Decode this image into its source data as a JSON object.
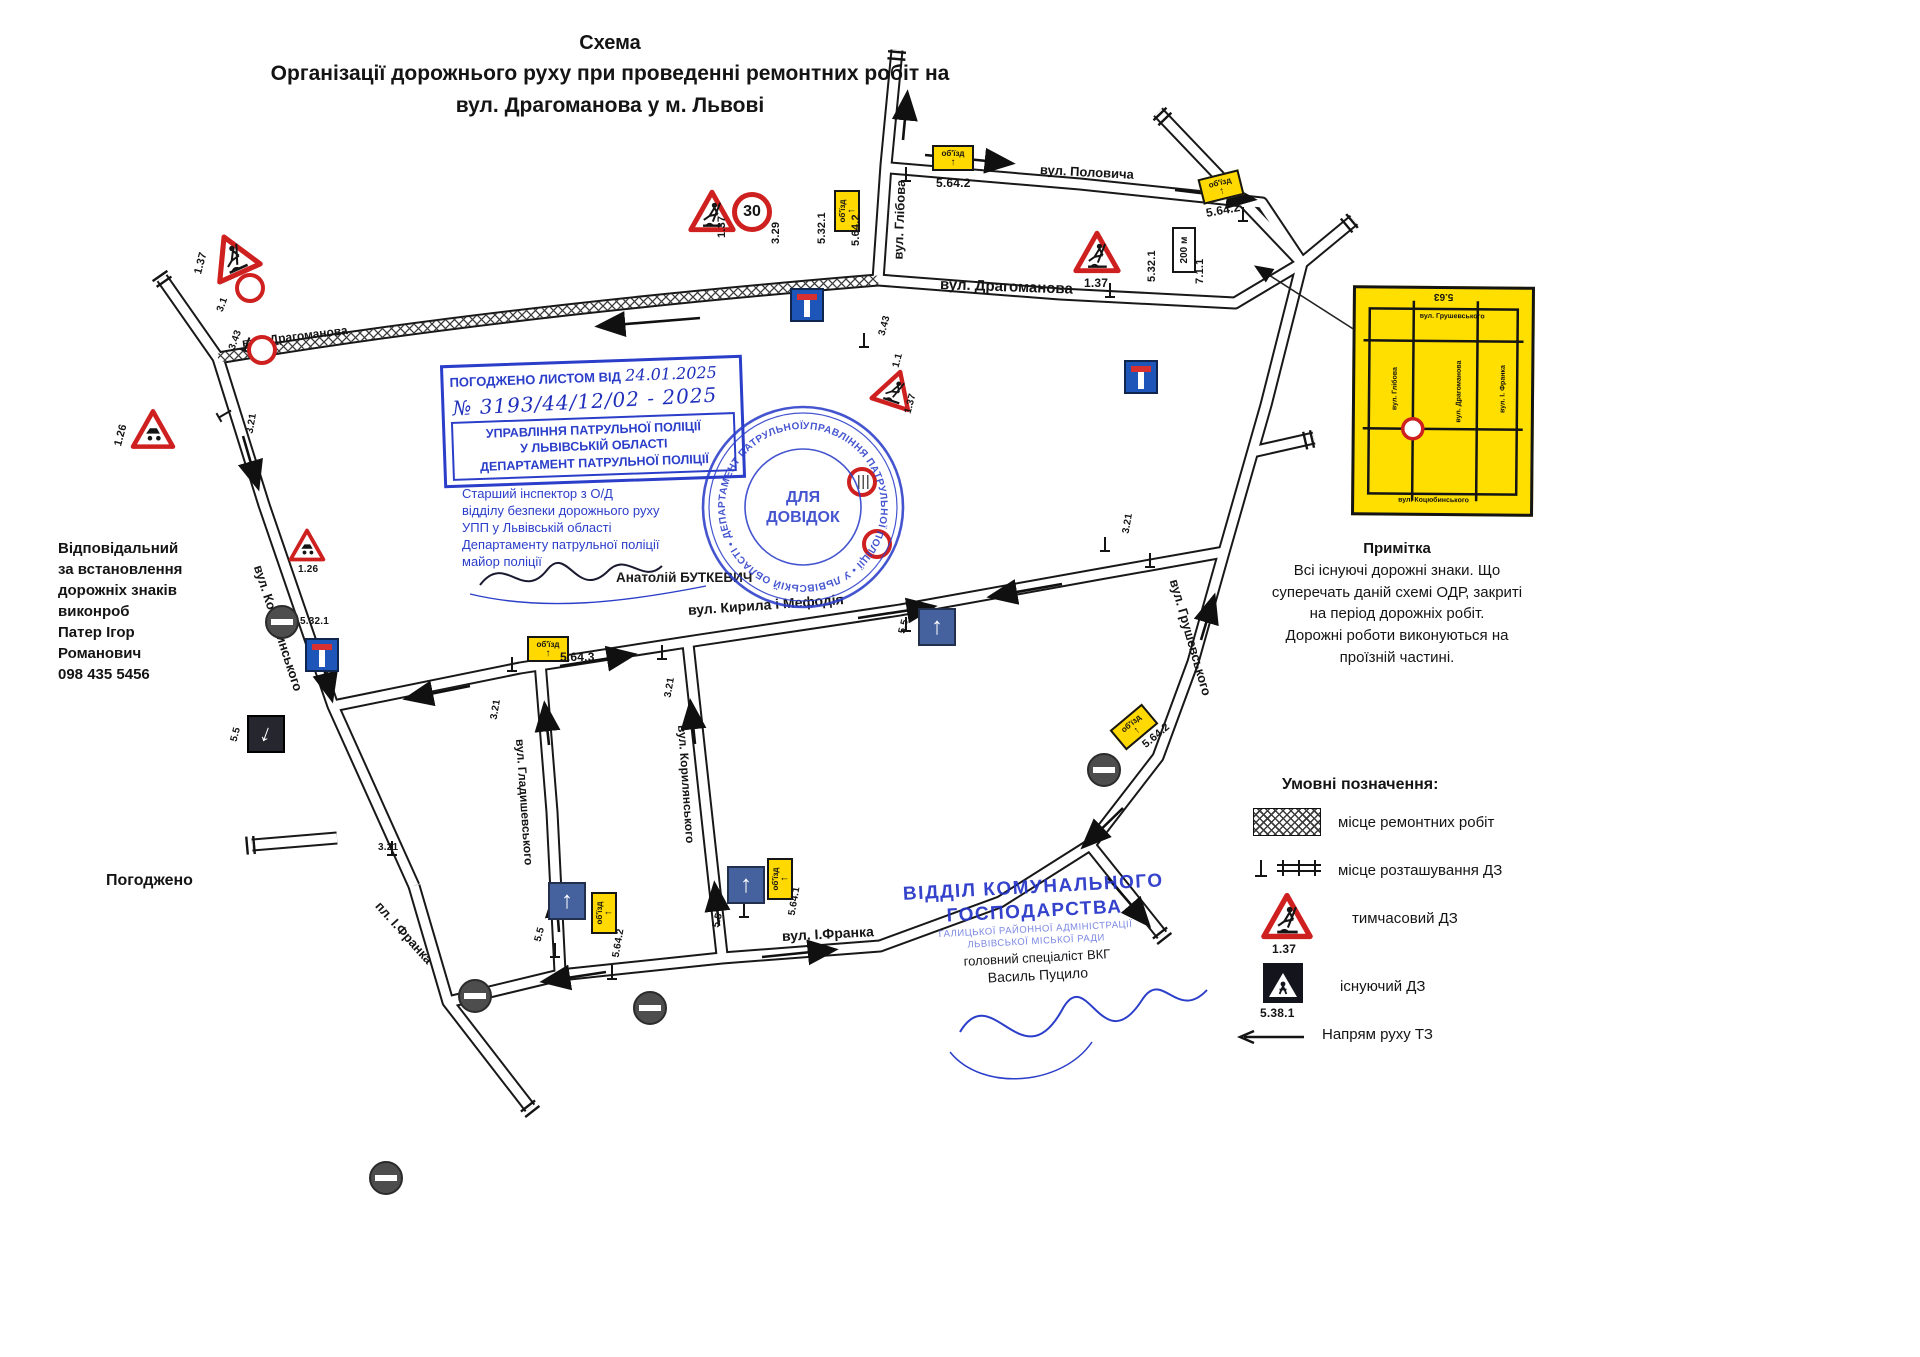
{
  "title": {
    "l1": "Схема",
    "l2": "Організації дорожнього руху при проведенні ремонтних робіт на",
    "l3": "вул. Драгоманова у м. Львові"
  },
  "left": {
    "responsible": "Відповідальний\nза встановлення\nдорожніх знаків\nвиконроб\nПатер Ігор\nРоманович\n098 435 5456",
    "pogodzheno": "Погоджено"
  },
  "note": {
    "title": "Примітка",
    "body": "Всі існуючі дорожні знаки. Що\nсуперечать даній схемі ОДР, закриті\nна період дорожніх робіт.\nДорожні роботи виконуються на\nпроїзній частині."
  },
  "legend": {
    "title": "Умовні позначення:",
    "repair": "місце ремонтних робіт",
    "dz_place": "місце розташування ДЗ",
    "temp_dz": "тимчасовий ДЗ",
    "exist_dz": "існуючий ДЗ",
    "direction": "Напрям руху ТЗ"
  },
  "streets": {
    "drahomanova": "вул. Драгоманова",
    "hlibova": "вул. Глібова",
    "polovycha": "вул. Половича",
    "kotsiubynskoho": "вул. Коцюбинського",
    "hrushevskoho": "вул. Грушевського",
    "kyryla": "вул. Кирила і Мефодія",
    "hladyshevskoho": "вул. Гладишевського",
    "korylianskoho": "вул. Корилянського",
    "pl_franka": "пл. І.Франка",
    "franka": "вул. І.Франка"
  },
  "labels": {
    "n1_37": "1.37",
    "n3_29": "3.29",
    "n30": "30",
    "n5_32_1": "5.32.1",
    "n5_64_1": "5.64.1",
    "n5_64_2": "5.64.2",
    "n5_64_3": "5.64.3",
    "n3_21": "3.21",
    "n1_26": "1.26",
    "n5_5": "5.5",
    "n7_1_1": "7.1.1",
    "n200": "200 м",
    "n5_38_1": "5.38.1",
    "n5_63": "5.63",
    "n3_43": "3.43",
    "n3_1": "3.1",
    "n1_1": "1.1",
    "objizd": "об'їзд"
  },
  "icons": {
    "up_arrow": "↑",
    "down_arrow": "↓"
  },
  "stamps": {
    "approval": {
      "line1": "ПОГОДЖЕНО ЛИСТОМ ВІД",
      "date": "24.01.2025",
      "number": "№ 3193/44/12/02 - 2025",
      "org": "УПРАВЛІННЯ ПАТРУЛЬНОЇ ПОЛІЦІЇ\nУ ЛЬВІВСЬКІЙ ОБЛАСТІ\nДЕПАРТАМЕНТ ПАТРУЛЬНОЇ ПОЛІЦІЇ"
    },
    "inspector": {
      "text": "Старший інспектор з О/Д\nвідділу безпеки дорожнього руху\nУПП у Львівській області\nДепартаменту патрульної поліції\nмайор поліції",
      "name": "Анатолій БУТКЕВИЧ"
    },
    "round": {
      "ring": "УПРАВЛІННЯ ПАТРУЛЬНОЇ ПОЛІЦІЇ • У ЛЬВІВСЬКІЙ ОБЛАСТІ • ДЕПАРТАМЕНТ ПАТРУЛЬНОЇ ПОЛІЦІЇ •",
      "center1": "ДЛЯ",
      "center2": "ДОВІДОК"
    },
    "komunal": {
      "big1": "ВІДДІЛ КОМУНАЛЬНОГО",
      "big2": "ГОСПОДАРСТВА",
      "sub1": "ГАЛИЦЬКОЇ РАЙОННОЇ АДМІНІСТРАЦІЇ",
      "sub2": "ЛЬВІВСЬКОЇ МІСЬКОЇ РАДИ",
      "spec": "головний спеціаліст ВКГ",
      "name": "Василь Пуцило"
    }
  },
  "inset": {
    "code": "5.63",
    "streets": {
      "hrush": "вул. Грушевського",
      "hlib": "вул. Глібова",
      "drah": "вул. Драгоманова",
      "franka": "вул. І. Франка",
      "kots": "вул. Коцюбинського"
    }
  }
}
